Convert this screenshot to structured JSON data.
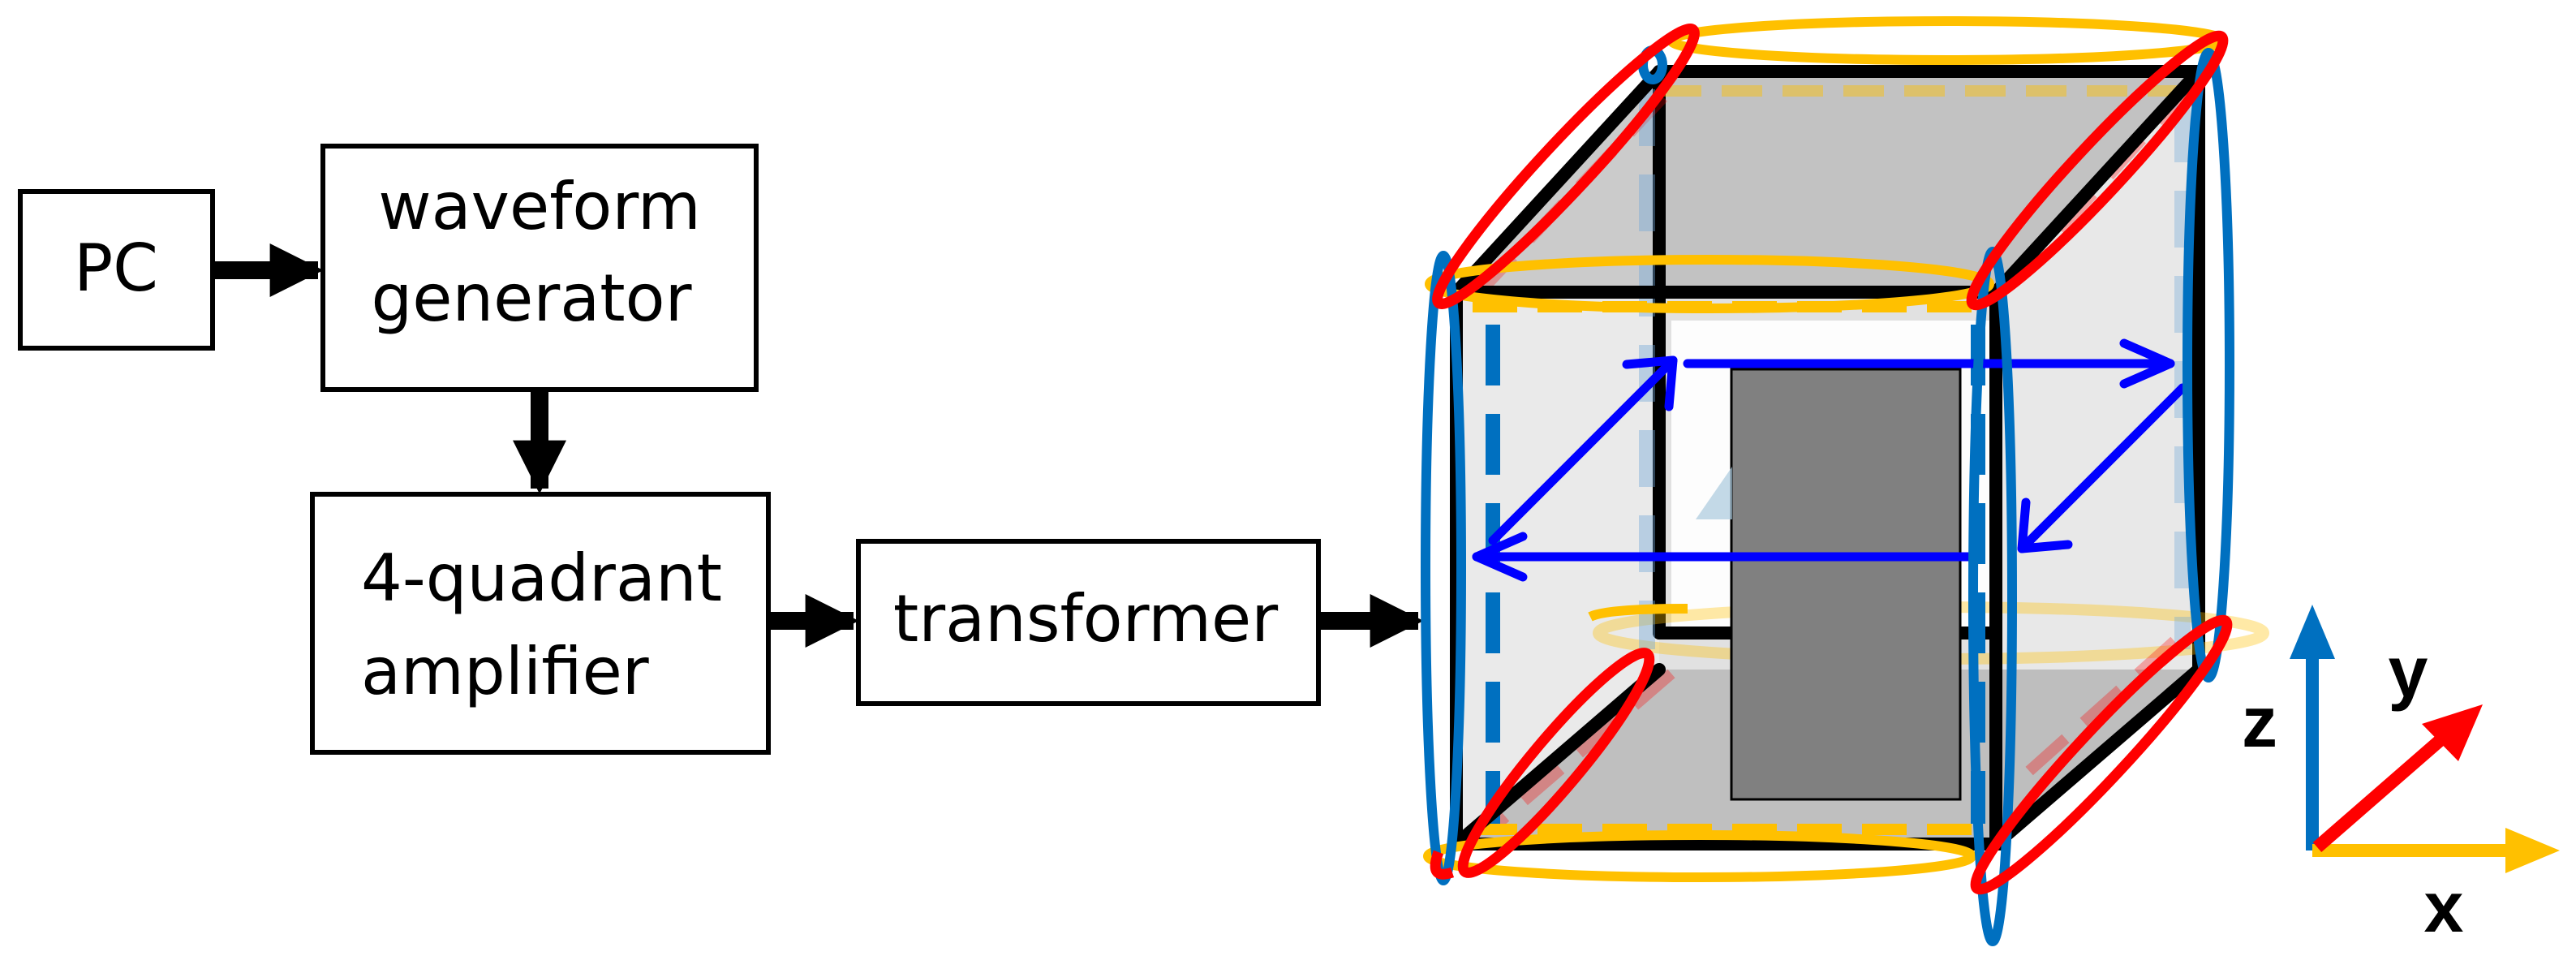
{
  "blocks": {
    "pc": "PC",
    "waveform_line1": "waveform",
    "waveform_line2": "generator",
    "amplifier_line1": "4-quadrant",
    "amplifier_line2": "amplifier",
    "transformer": "transformer"
  },
  "axes": {
    "x": "x",
    "y": "y",
    "z": "z"
  },
  "colors": {
    "x_axis": "#ffc000",
    "y_axis": "#ff0000",
    "z_axis": "#0070c0",
    "field_arrows": "#0000ff",
    "sample": "#808080",
    "cube_edges": "#000000"
  }
}
